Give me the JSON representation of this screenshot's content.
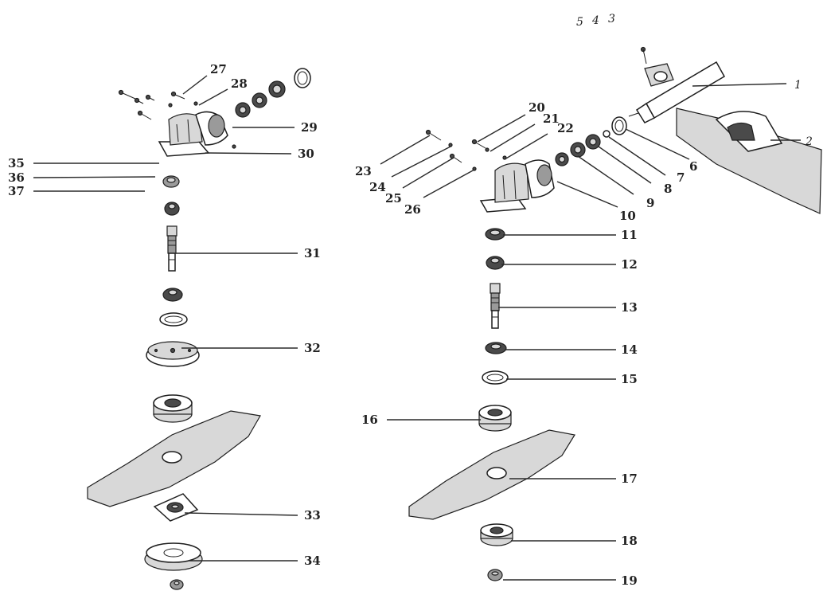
{
  "labels": {
    "p1": "1",
    "p2": "2",
    "p3": "3",
    "p4": "4",
    "p5": "5",
    "p6": "6",
    "p7": "7",
    "p8": "8",
    "p9": "9",
    "p10": "10",
    "p11": "11",
    "p12": "12",
    "p13": "13",
    "p14": "14",
    "p15": "15",
    "p16": "16",
    "p17": "17",
    "p18": "18",
    "p19": "19",
    "p20": "20",
    "p21": "21",
    "p22": "22",
    "p23": "23",
    "p24": "24",
    "p25": "25",
    "p26": "26",
    "p27": "27",
    "p28": "28",
    "p29": "29",
    "p30": "30",
    "p31": "31",
    "p32": "32",
    "p33": "33",
    "p34": "34",
    "p35": "35",
    "p36": "36",
    "p37": "37"
  },
  "colors": {
    "ink": "#1e1e1e",
    "shade": "#4a4a4a",
    "paper": "#ffffff"
  }
}
